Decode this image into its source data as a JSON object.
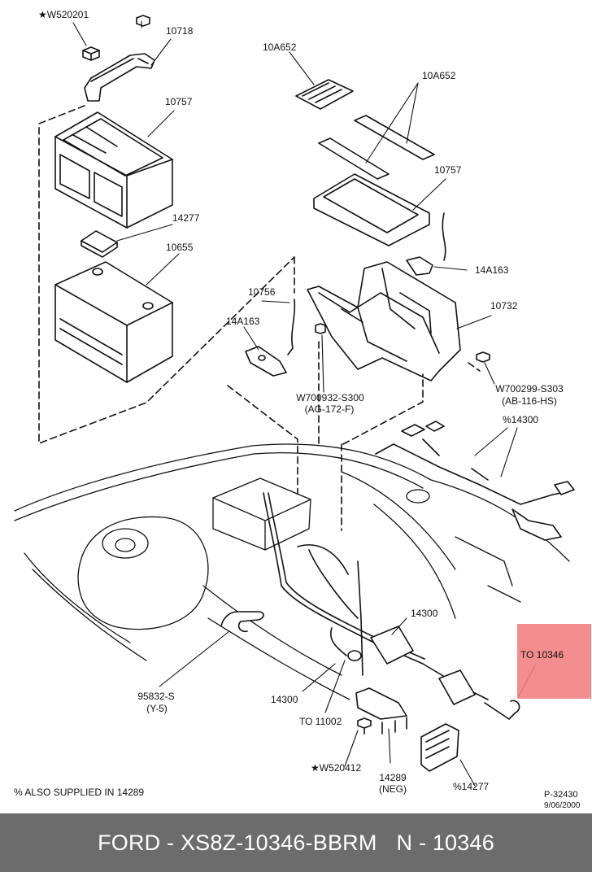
{
  "parts": {
    "w520201": "★W520201",
    "p10718": "10718",
    "p10757_left": "10757",
    "p14277_left": "14277",
    "p10655": "10655",
    "p10A652_top": "10A652",
    "p10A652_mid": "10A652",
    "p10757_right": "10757",
    "p14A163_right": "14A163",
    "p10732": "10732",
    "p10756": "10756",
    "p14A163_left": "14A163",
    "w700932_code": "W700932-S300",
    "w700932_ref": "(AG-172-F)",
    "w700299_code": "W700299-S303",
    "w700299_ref": "(AB-116-HS)",
    "p14300_pct": "%14300",
    "p14300_mid": "14300",
    "to10346": "TO 10346",
    "p95832_code": "95832-S",
    "p95832_ref": "(Y-5)",
    "p14300_low": "14300",
    "to11002": "TO 11002",
    "w520412": "★W520412",
    "p14289": "14289",
    "p14289_neg": "(NEG)",
    "p14277_pct": "%14277"
  },
  "note": "% ALSO SUPPLIED IN 14289",
  "ref_code": "P-32430",
  "ref_date": "9/06/2000",
  "footer": {
    "part_number": "FORD - XS8Z-10346-BBRM",
    "ref": "N - 10346"
  },
  "highlight_color": "#f27d7d"
}
